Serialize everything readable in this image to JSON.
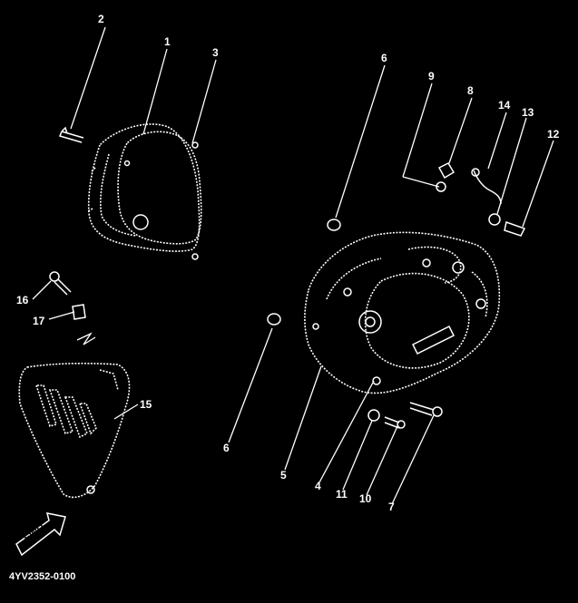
{
  "diagram": {
    "drawing_code": "4YV2352-0100",
    "fwd_mark": "FWD",
    "callouts": [
      {
        "id": "c1",
        "label": "1"
      },
      {
        "id": "c2",
        "label": "2"
      },
      {
        "id": "c3",
        "label": "3"
      },
      {
        "id": "c4",
        "label": "4"
      },
      {
        "id": "c5",
        "label": "5"
      },
      {
        "id": "c6a",
        "label": "6"
      },
      {
        "id": "c6b",
        "label": "6"
      },
      {
        "id": "c7",
        "label": "7"
      },
      {
        "id": "c8",
        "label": "8"
      },
      {
        "id": "c9",
        "label": "9"
      },
      {
        "id": "c10",
        "label": "10"
      },
      {
        "id": "c11",
        "label": "11"
      },
      {
        "id": "c12",
        "label": "12"
      },
      {
        "id": "c13",
        "label": "13"
      },
      {
        "id": "c14",
        "label": "14"
      },
      {
        "id": "c15",
        "label": "15"
      },
      {
        "id": "c16",
        "label": "16"
      },
      {
        "id": "c17",
        "label": "17"
      }
    ]
  }
}
